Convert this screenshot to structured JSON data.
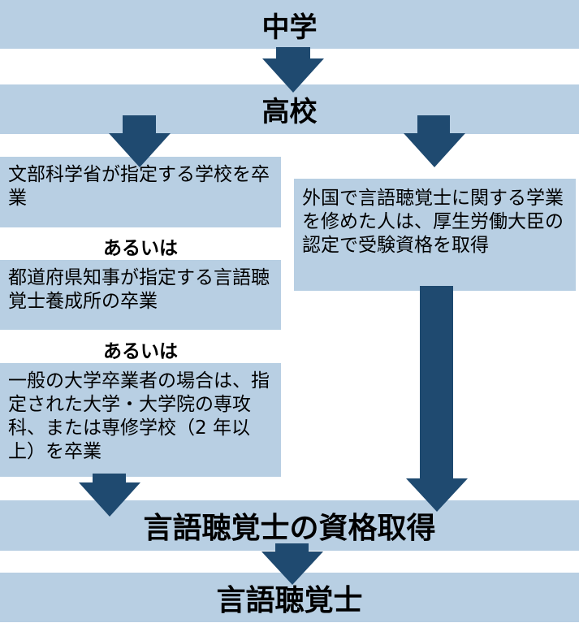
{
  "colors": {
    "box_fill": "#b8cfe3",
    "arrow_fill": "#1f4a70"
  },
  "stages": {
    "junior_high": "中学",
    "high_school": "高校",
    "qualification": "言語聴覚士の資格取得",
    "profession": "言語聴覚士"
  },
  "left_path": {
    "options": [
      "文部科学省が指定する学校を卒業",
      "都道府県知事が指定する言語聴覚士養成所の卒業",
      "一般の大学卒業者の場合は、指定された大学・大学院の専攻科、または専修学校（2 年以上）を卒業"
    ],
    "separator": "あるいは"
  },
  "right_path": {
    "text": "外国で言語聴覚士に関する学業を修めた人は、厚生労働大臣の認定で受験資格を取得"
  }
}
